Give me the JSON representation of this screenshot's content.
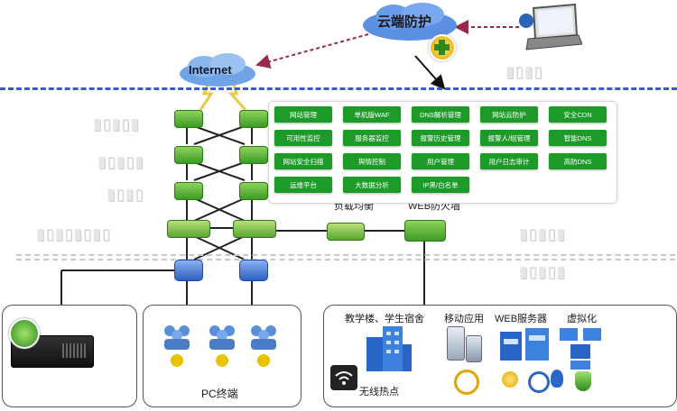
{
  "cloud_protection": {
    "label": "云端防护"
  },
  "internet": {
    "label": "Internet"
  },
  "services": [
    [
      "网站管理",
      "单机版WAF",
      "DNS解析管理",
      "网站云防护",
      "安全CDN"
    ],
    [
      "可用性监控",
      "服务器监控",
      "报警历史管理",
      "报警人/组管理",
      "智能DNS"
    ],
    [
      "网站安全扫描",
      "舆情控制",
      "用户管理",
      "用户日志审计",
      "高防DNS"
    ],
    [
      "运维平台",
      "大数据分析",
      "IP黑/白名单",
      ""
    ]
  ],
  "devices": {
    "load_balance": "负载均衡",
    "web_firewall": "WEB防火墙"
  },
  "bottom": {
    "pc_terminal": "PC终端",
    "teaching": "教学楼、学生宿舍",
    "mobile": "移动应用",
    "web_server": "WEB服务器",
    "virtualization": "虚拟化",
    "wifi": "无线热点"
  },
  "colors": {
    "dash": "#3a5bd0",
    "service_green": "#1e9a2a",
    "cloud_blue": "#4f86d8",
    "switch_green": "#4caf2a",
    "core_blue": "#2e5fc0"
  }
}
